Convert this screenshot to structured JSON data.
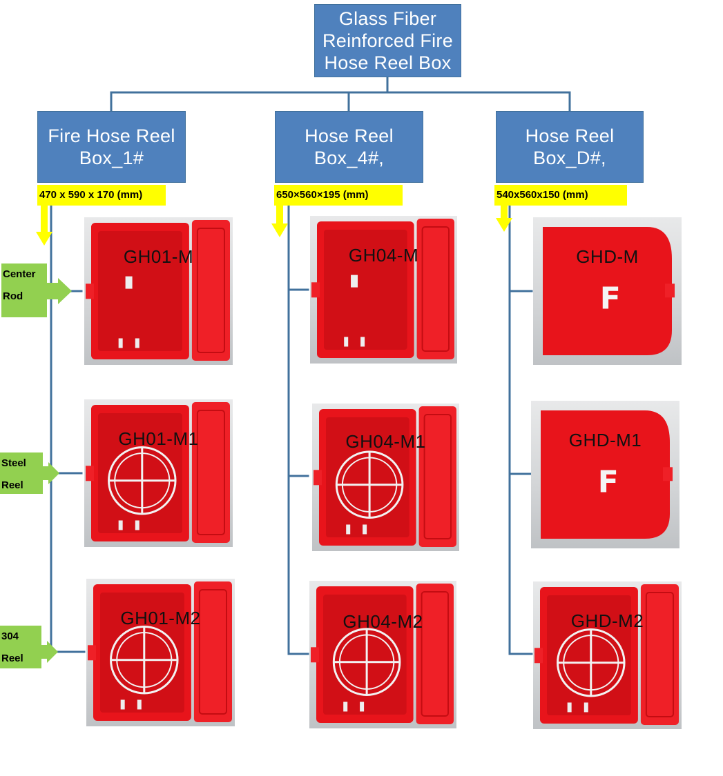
{
  "title": "Glass Fiber\nReinforced Fire\nHose Reel Box",
  "columns": [
    {
      "name": "Fire Hose Reel\nBox_1#",
      "dimensions": "470 x 590 x 170 (mm)",
      "models": [
        "GH01-M",
        "GH01-M1",
        "GH01-M2"
      ],
      "style": "hinged"
    },
    {
      "name": "Hose Reel\nBox_4#,",
      "dimensions": "650×560×195 (mm)",
      "models": [
        "GH04-M",
        "GH04-M1",
        "GH04-M2"
      ],
      "style": "hinged"
    },
    {
      "name": "Hose Reel\nBox_D#,",
      "dimensions": "540x560x150 (mm)",
      "models": [
        "GHD-M",
        "GHD-M1",
        "GHD-M2"
      ],
      "style": "rounded"
    }
  ],
  "row_labels": [
    "Center\nRod",
    "Steel\nReel",
    "304\nReel"
  ],
  "door_letter": "F",
  "colors": {
    "box_fill": "#4f81bd",
    "connector": "#41719c",
    "dimension_highlight": "#ffff00",
    "label_green": "#92d050",
    "cabinet_red": "#e8141b"
  }
}
